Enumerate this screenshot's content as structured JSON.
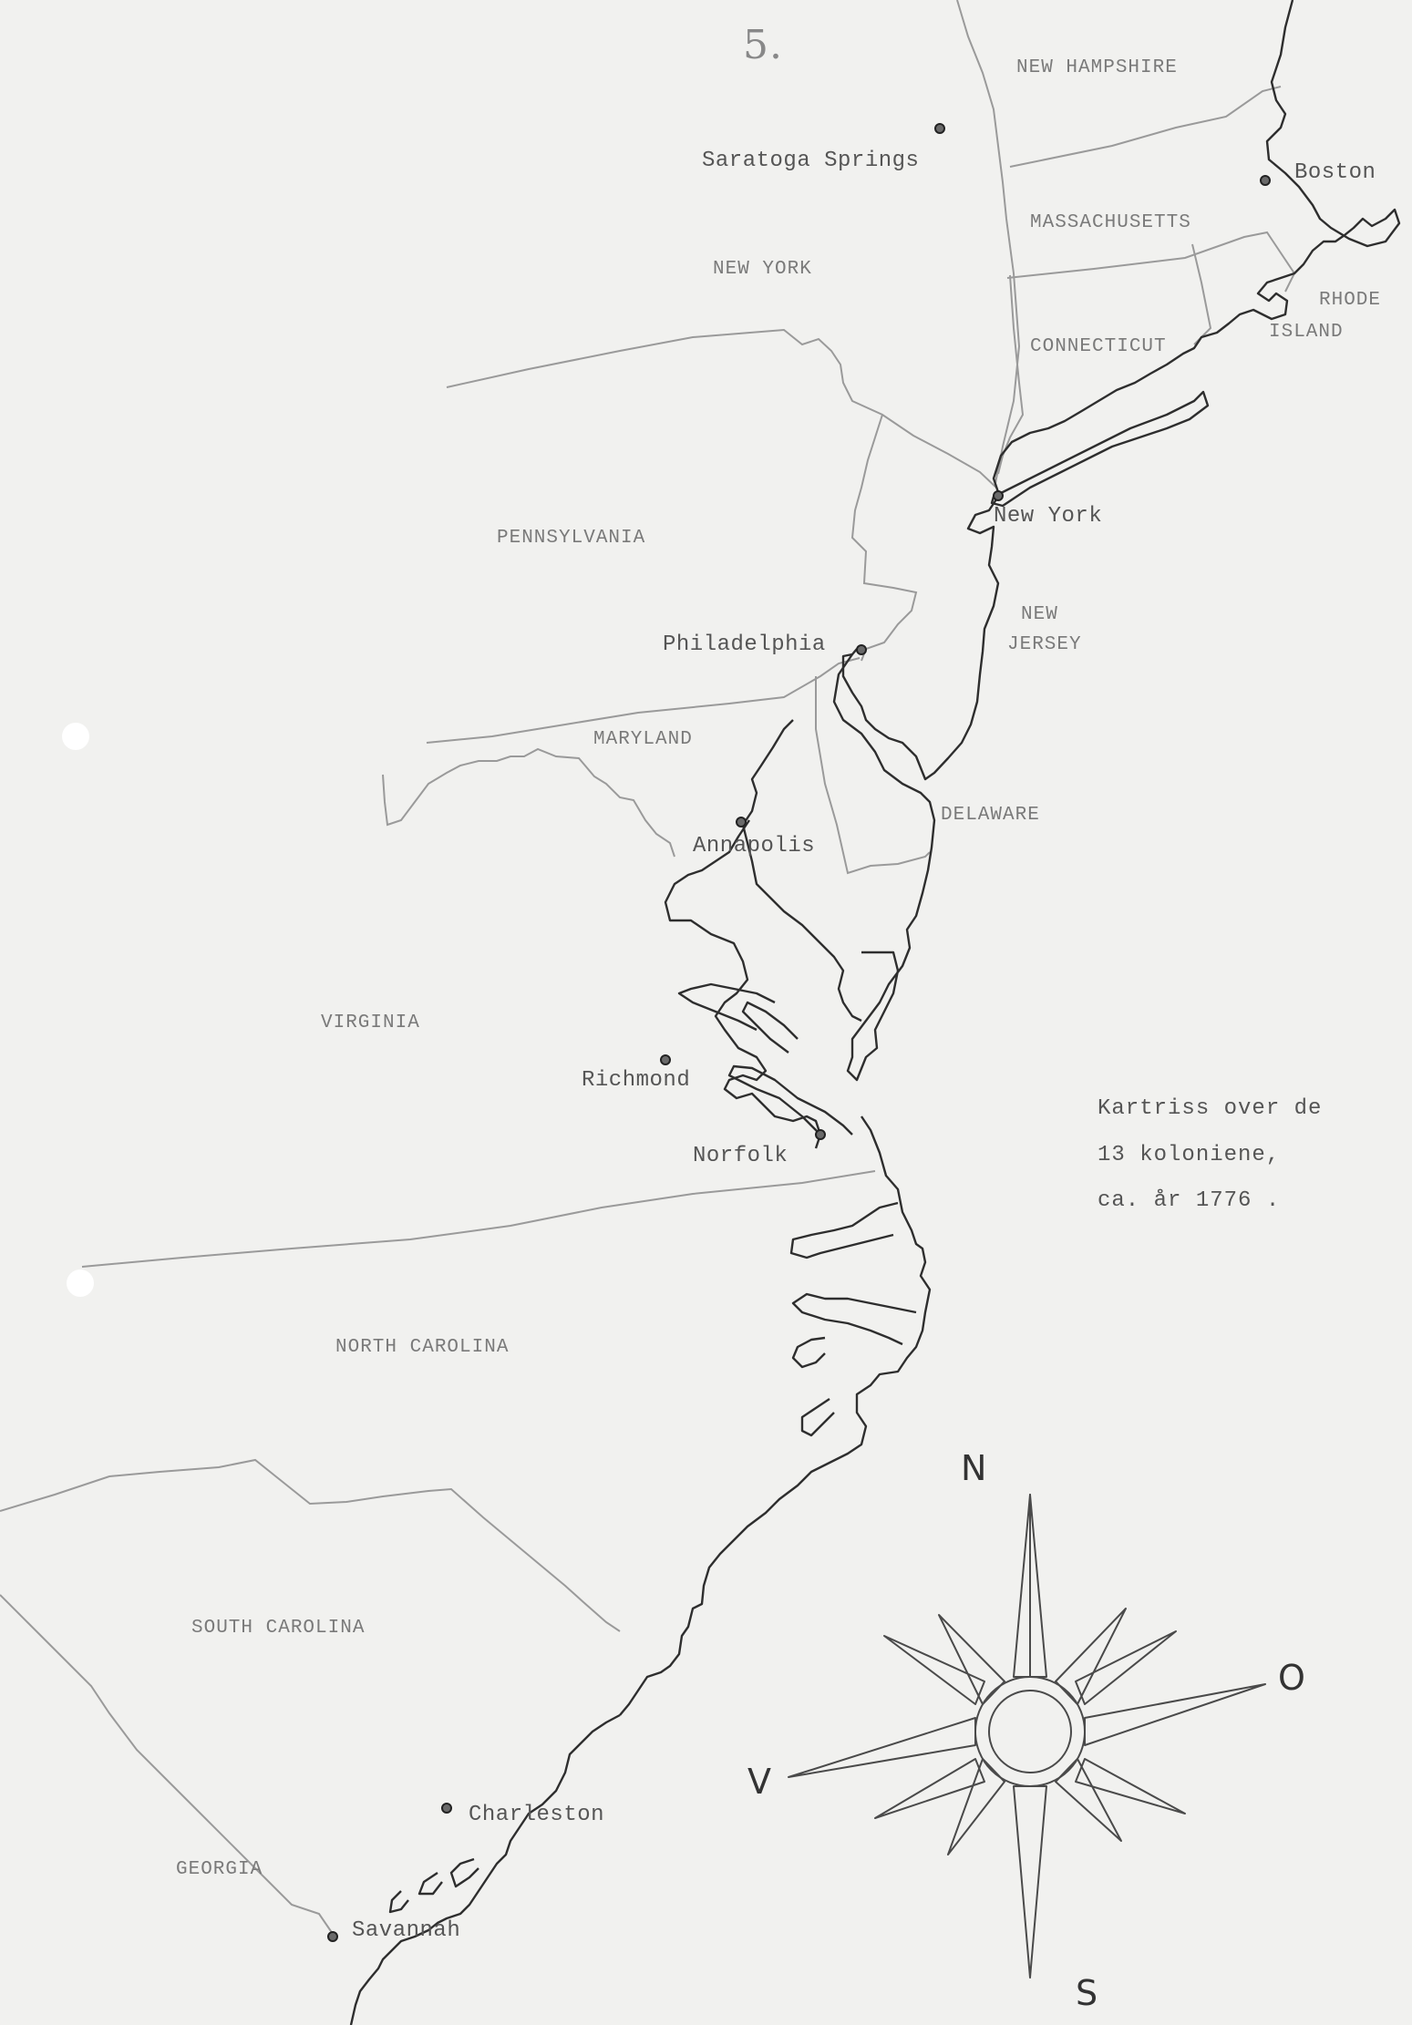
{
  "page_number": "5.",
  "states": {
    "new_hampshire": "NEW HAMPSHIRE",
    "massachusetts": "MASSACHUSETTS",
    "new_york": "NEW YORK",
    "connecticut": "CONNECTICUT",
    "rhode_island_1": "RHODE",
    "rhode_island_2": "ISLAND",
    "pennsylvania": "PENNSYLVANIA",
    "new_jersey_1": "NEW",
    "new_jersey_2": "JERSEY",
    "maryland": "MARYLAND",
    "delaware": "DELAWARE",
    "virginia": "VIRGINIA",
    "north_carolina": "NORTH CAROLINA",
    "south_carolina": "SOUTH CAROLINA",
    "georgia": "GEORGIA"
  },
  "cities": {
    "saratoga_springs": "Saratoga Springs",
    "boston": "Boston",
    "new_york": "New York",
    "philadelphia": "Philadelphia",
    "annapolis": "Annapolis",
    "richmond": "Richmond",
    "norfolk": "Norfolk",
    "charleston": "Charleston",
    "savannah": "Savannah"
  },
  "caption": {
    "line1": "Kartriss over de",
    "line2": "13 koloniene,",
    "line3": "ca. år 1776 ."
  },
  "compass": {
    "north": "N",
    "east": "O",
    "south": "S",
    "west": "V"
  }
}
